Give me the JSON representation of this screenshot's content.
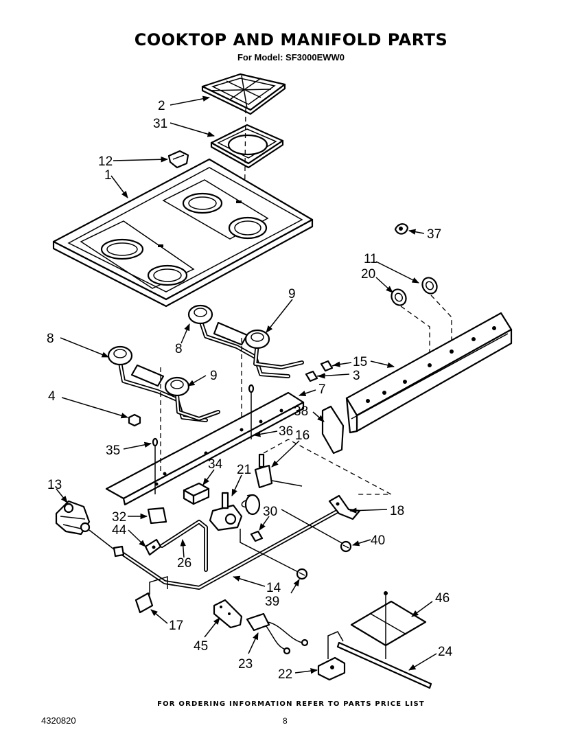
{
  "header": {
    "title": "COOKTOP AND MANIFOLD PARTS",
    "subtitle": "For Model: SF3000EWW0"
  },
  "footer": {
    "note": "FOR ORDERING INFORMATION REFER TO PARTS PRICE LIST",
    "doc_number": "4320820",
    "page_number": "8"
  },
  "callouts": {
    "p1": "1",
    "p2": "2",
    "p3": "3",
    "p4": "4",
    "p7": "7",
    "p8a": "8",
    "p8b": "8",
    "p9a": "9",
    "p9b": "9",
    "p11": "11",
    "p12": "12",
    "p13": "13",
    "p14": "14",
    "p15": "15",
    "p16": "16",
    "p17": "17",
    "p18": "18",
    "p20": "20",
    "p21": "21",
    "p22": "22",
    "p23": "23",
    "p24": "24",
    "p26": "26",
    "p30": "30",
    "p31": "31",
    "p32": "32",
    "p34": "34",
    "p35": "35",
    "p36": "36",
    "p37": "37",
    "p38": "38",
    "p39": "39",
    "p40": "40",
    "p44": "44",
    "p45": "45",
    "p46": "46"
  }
}
